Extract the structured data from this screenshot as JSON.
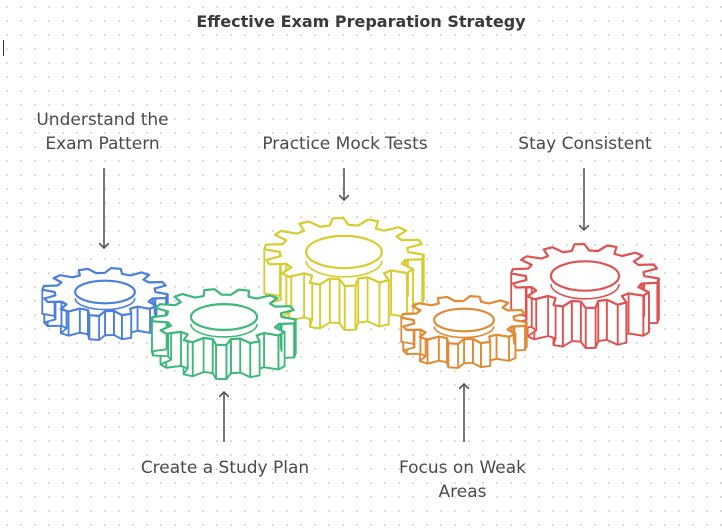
{
  "title": "Effective Exam Preparation Strategy",
  "steps": [
    {
      "name": "understand-exam-pattern",
      "lines": [
        "Understand the",
        "Exam Pattern"
      ],
      "color": "#4a7fdc"
    },
    {
      "name": "create-study-plan",
      "lines": [
        "Create a Study Plan"
      ],
      "color": "#3cb878"
    },
    {
      "name": "practice-mock-tests",
      "lines": [
        "Practice Mock Tests"
      ],
      "color": "#d7cc2e"
    },
    {
      "name": "focus-on-weak-areas",
      "lines": [
        "Focus on Weak",
        "Areas"
      ],
      "color": "#e08a34"
    },
    {
      "name": "stay-consistent",
      "lines": [
        "Stay Consistent"
      ],
      "color": "#e05252"
    }
  ]
}
